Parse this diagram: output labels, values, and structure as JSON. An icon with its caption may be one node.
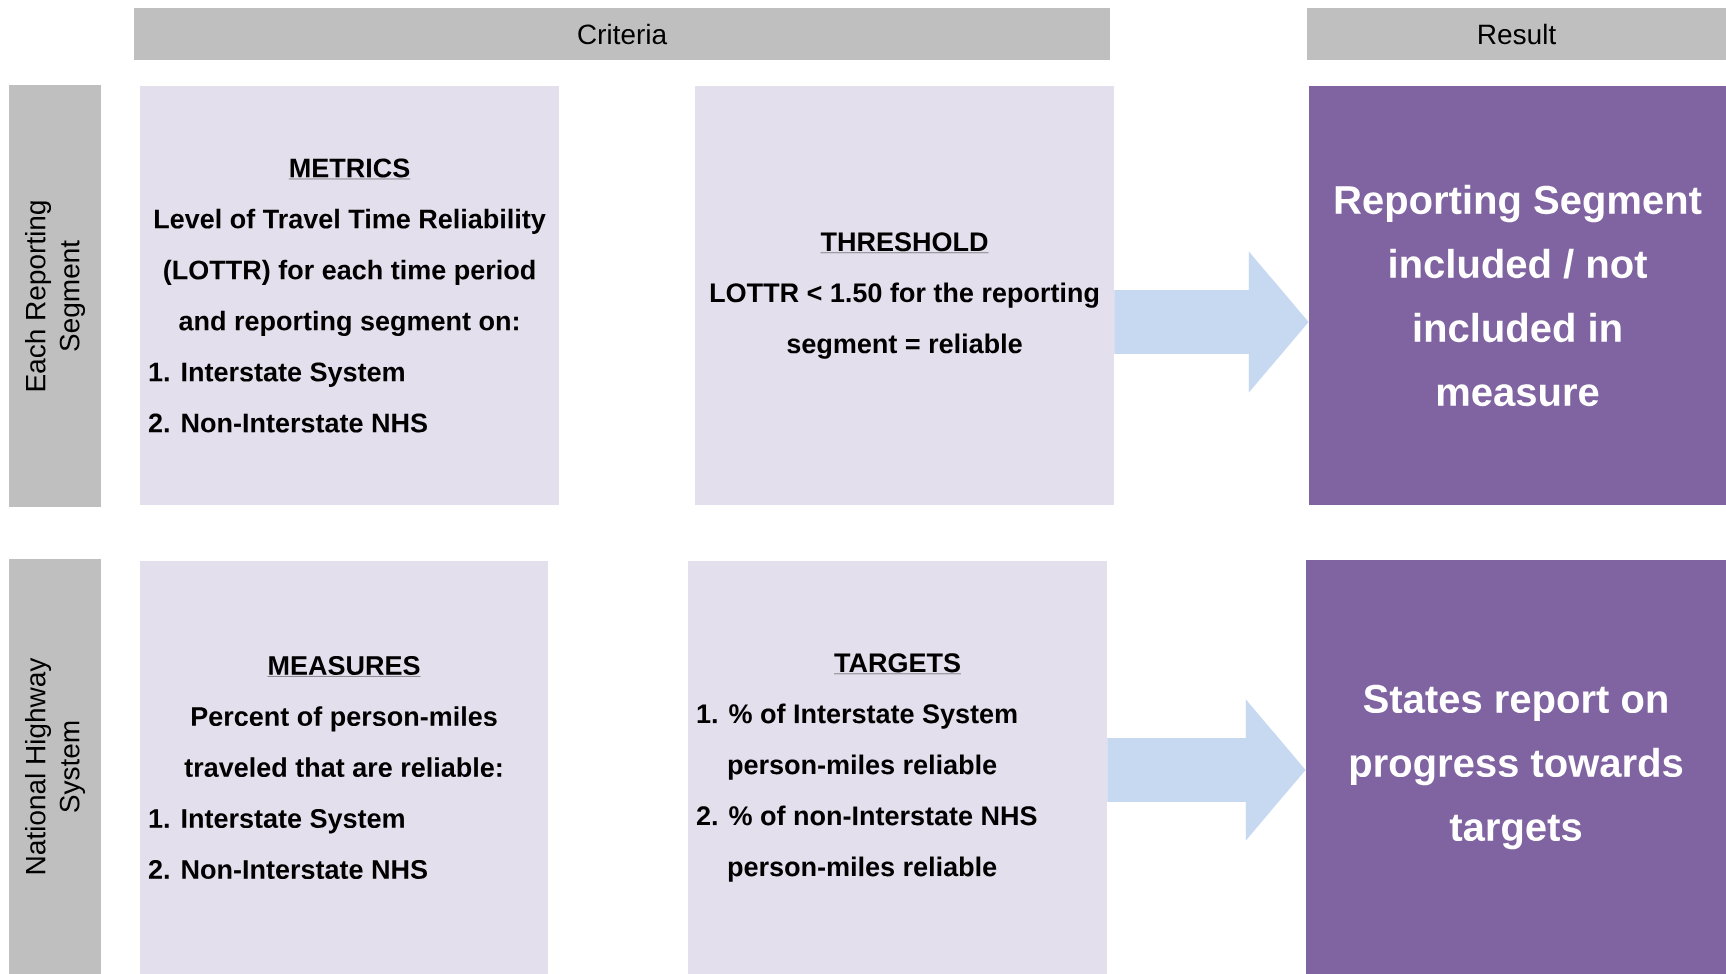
{
  "diagram": {
    "nodes": [
      {
        "text": [
          "Criteria"
        ]
      },
      {
        "text": [
          "Result"
        ]
      },
      {
        "text": [
          "Each Reporting Segment"
        ]
      },
      {
        "text": [
          "National Highway System"
        ]
      },
      {
        "text": [
          "METRICS",
          "Level of Travel Time Reliability (LOTTR) for each time period and reporting segment on:",
          "1. Interstate System",
          "2. Non-Interstate NHS"
        ]
      },
      {
        "text": [
          "THRESHOLD",
          "LOTTR < 1.50 for the reporting segment = reliable"
        ]
      },
      {
        "text": [
          "Reporting Segment included / not included in measure"
        ]
      },
      {
        "text": [
          "MEASURES",
          "Percent of person-miles traveled that are reliable:",
          "1. Interstate System",
          "2. Non-Interstate NHS"
        ]
      },
      {
        "text": [
          "TARGETS",
          "1. % of Interstate System person-miles reliable",
          "2. % of non-Interstate NHS person-miles reliable"
        ]
      },
      {
        "text": [
          "States report on progress towards targets"
        ]
      }
    ],
    "edges": [
      {
        "from": 5,
        "to": 6,
        "arrow": "to"
      },
      {
        "from": 8,
        "to": 9,
        "arrow": "to"
      }
    ]
  }
}
